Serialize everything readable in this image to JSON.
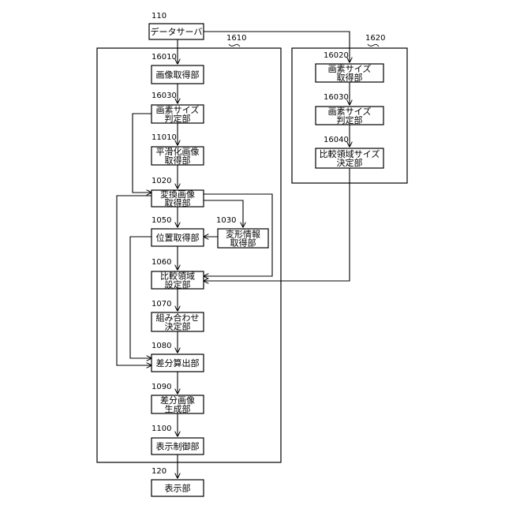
{
  "containers": {
    "c1610": {
      "ref": "1610"
    },
    "c1620": {
      "ref": "1620"
    }
  },
  "boxes": {
    "b110": {
      "ref": "110",
      "lines": [
        "データサーバ"
      ]
    },
    "b16010": {
      "ref": "16010",
      "lines": [
        "画像取得部"
      ]
    },
    "b16030": {
      "ref": "16030",
      "lines": [
        "画素サイズ",
        "判定部"
      ]
    },
    "b11010": {
      "ref": "11010",
      "lines": [
        "平滑化画像",
        "取得部"
      ]
    },
    "b1020": {
      "ref": "1020",
      "lines": [
        "変換画像",
        "取得部"
      ]
    },
    "b1050": {
      "ref": "1050",
      "lines": [
        "位置取得部"
      ]
    },
    "b1030": {
      "ref": "1030",
      "lines": [
        "変形情報",
        "取得部"
      ]
    },
    "b1060": {
      "ref": "1060",
      "lines": [
        "比較領域",
        "設定部"
      ]
    },
    "b1070": {
      "ref": "1070",
      "lines": [
        "組み合わせ",
        "決定部"
      ]
    },
    "b1080": {
      "ref": "1080",
      "lines": [
        "差分算出部"
      ]
    },
    "b1090": {
      "ref": "1090",
      "lines": [
        "差分画像",
        "生成部"
      ]
    },
    "b1100": {
      "ref": "1100",
      "lines": [
        "表示制御部"
      ]
    },
    "b120": {
      "ref": "120",
      "lines": [
        "表示部"
      ]
    },
    "b16020": {
      "ref": "16020",
      "lines": [
        "画素サイズ",
        "取得部"
      ]
    },
    "b16030b": {
      "ref": "16030'",
      "lines": [
        "画素サイズ",
        "判定部"
      ]
    },
    "b16040": {
      "ref": "16040",
      "lines": [
        "比較領域サイズ",
        "決定部"
      ]
    }
  }
}
